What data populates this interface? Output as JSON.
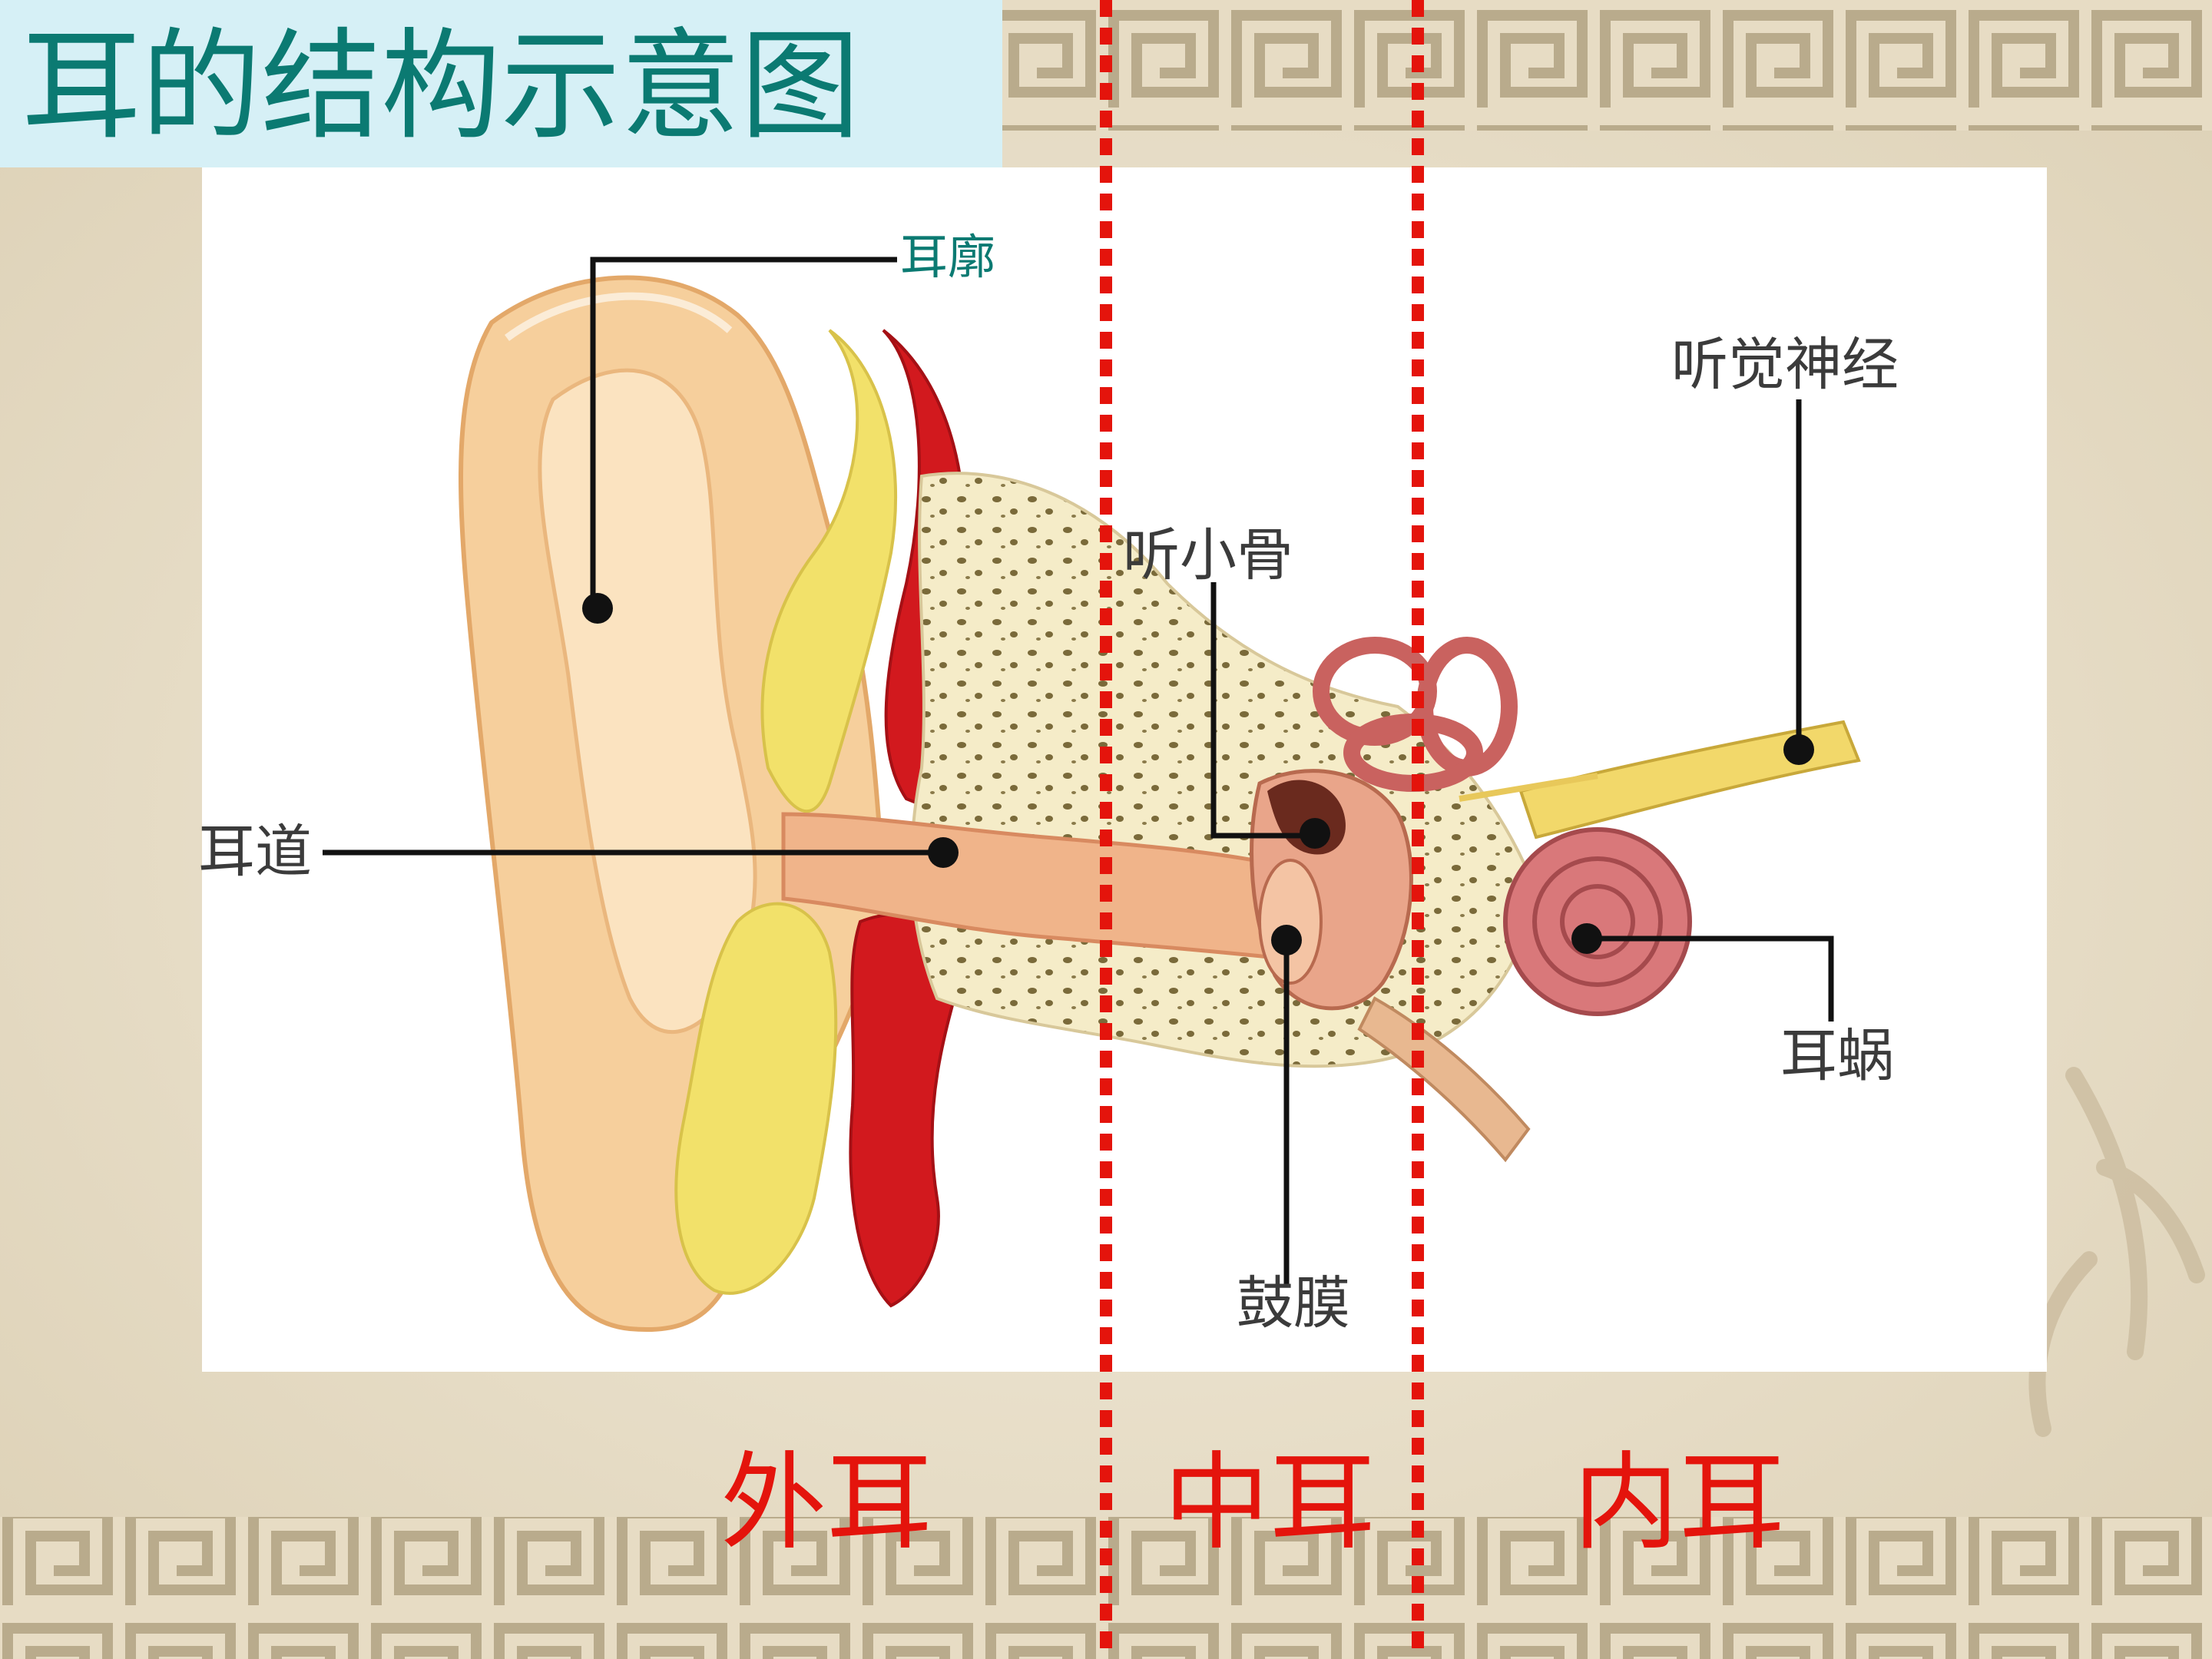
{
  "slide": {
    "title": "耳的结构示意图"
  },
  "labels": {
    "auricle": "耳廓",
    "ear_canal": "耳道",
    "auditory_ossicles": "听小骨",
    "auditory_nerve": "听觉神经",
    "cochlea": "耳蜗",
    "eardrum": "鼓膜"
  },
  "sections": {
    "outer_ear": "外耳",
    "middle_ear": "中耳",
    "inner_ear": "内耳"
  },
  "colors": {
    "title_text": "#0b7a72",
    "title_background": "#d6f0f6",
    "divider_lines": "#e4140c",
    "section_labels": "#e4140c",
    "label_text": "#3b3b3b",
    "skin": "#f6cf9c",
    "canal_tissue": "#d2191e",
    "fat": "#f2e16a",
    "cochlea": "#d9787a"
  }
}
